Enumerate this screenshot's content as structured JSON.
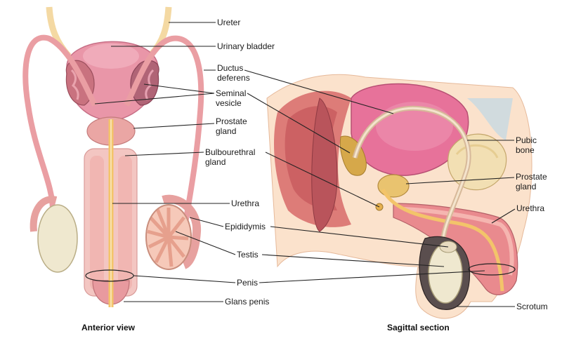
{
  "labels": {
    "ureter": "Ureter",
    "urinary_bladder": "Urinary bladder",
    "ductus_deferens": "Ductus\ndeferens",
    "seminal_vesicle": "Seminal\nvesicle",
    "prostate_gland_left": "Prostate\ngland",
    "bulbourethral_gland": "Bulbourethral\ngland",
    "urethra_left": "Urethra",
    "epididymis": "Epididymis",
    "testis": "Testis",
    "penis": "Penis",
    "glans_penis": "Glans penis",
    "pubic_bone": "Pubic\nbone",
    "prostate_gland_right": "Prostate\ngland",
    "urethra_right": "Urethra",
    "scrotum": "Scrotum"
  },
  "captions": {
    "anterior": "Anterior view",
    "sagittal": "Sagittal section"
  },
  "colors": {
    "tissue_pink": "#f2b7b3",
    "bladder_pink": "#e8869a",
    "duct_cream": "#f4d9a3",
    "urethra_yellow": "#f3c46a",
    "testis_cream": "#efe8cf",
    "skin": "#fbe2cc",
    "bone": "#f2dfb3",
    "leader": "#222222"
  }
}
